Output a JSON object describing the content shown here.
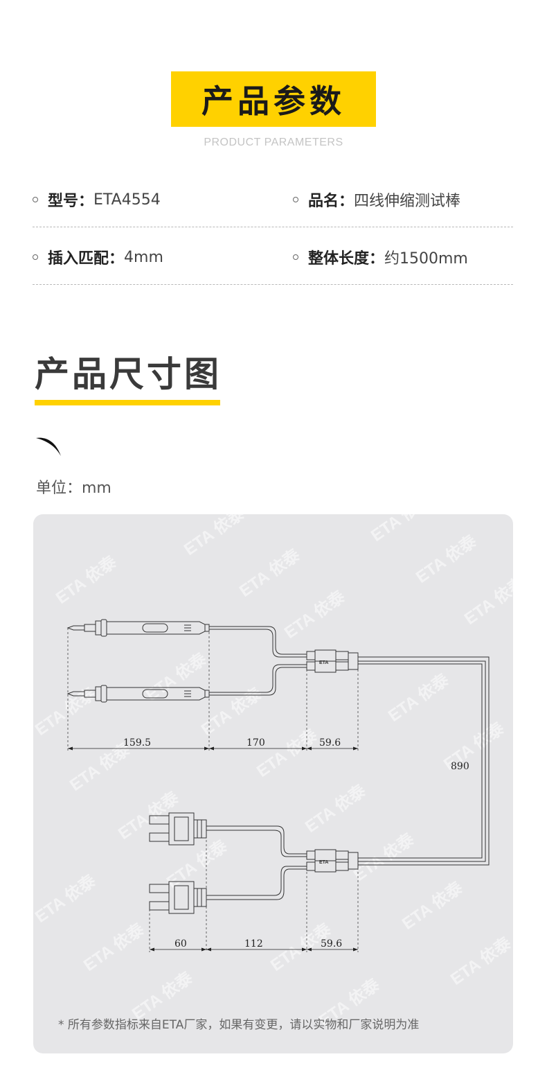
{
  "header": {
    "title": "产品参数",
    "subtitle": "PRODUCT PARAMETERS"
  },
  "params": [
    {
      "key": "型号：",
      "value": "ETA4554"
    },
    {
      "key": "品名：",
      "value": "四线伸缩测试棒"
    },
    {
      "key": "插入匹配：",
      "value": "4mm"
    },
    {
      "key": "整体长度：",
      "value": "约1500mm"
    }
  ],
  "size_section": {
    "title": "产品尺寸图",
    "unit": "单位：mm"
  },
  "drawing": {
    "dims_top": [
      "159.5",
      "170",
      "59.6"
    ],
    "dims_bottom": [
      "60",
      "112",
      "59.6"
    ],
    "dim_side": "890",
    "watermark": "ETA 依泰",
    "tag": "ETA"
  },
  "footnote": "* 所有参数指标来自ETA厂家，如果有变更，请以实物和厂家说明为准",
  "colors": {
    "accent": "#ffd100",
    "panel": "#e6e6e8"
  }
}
